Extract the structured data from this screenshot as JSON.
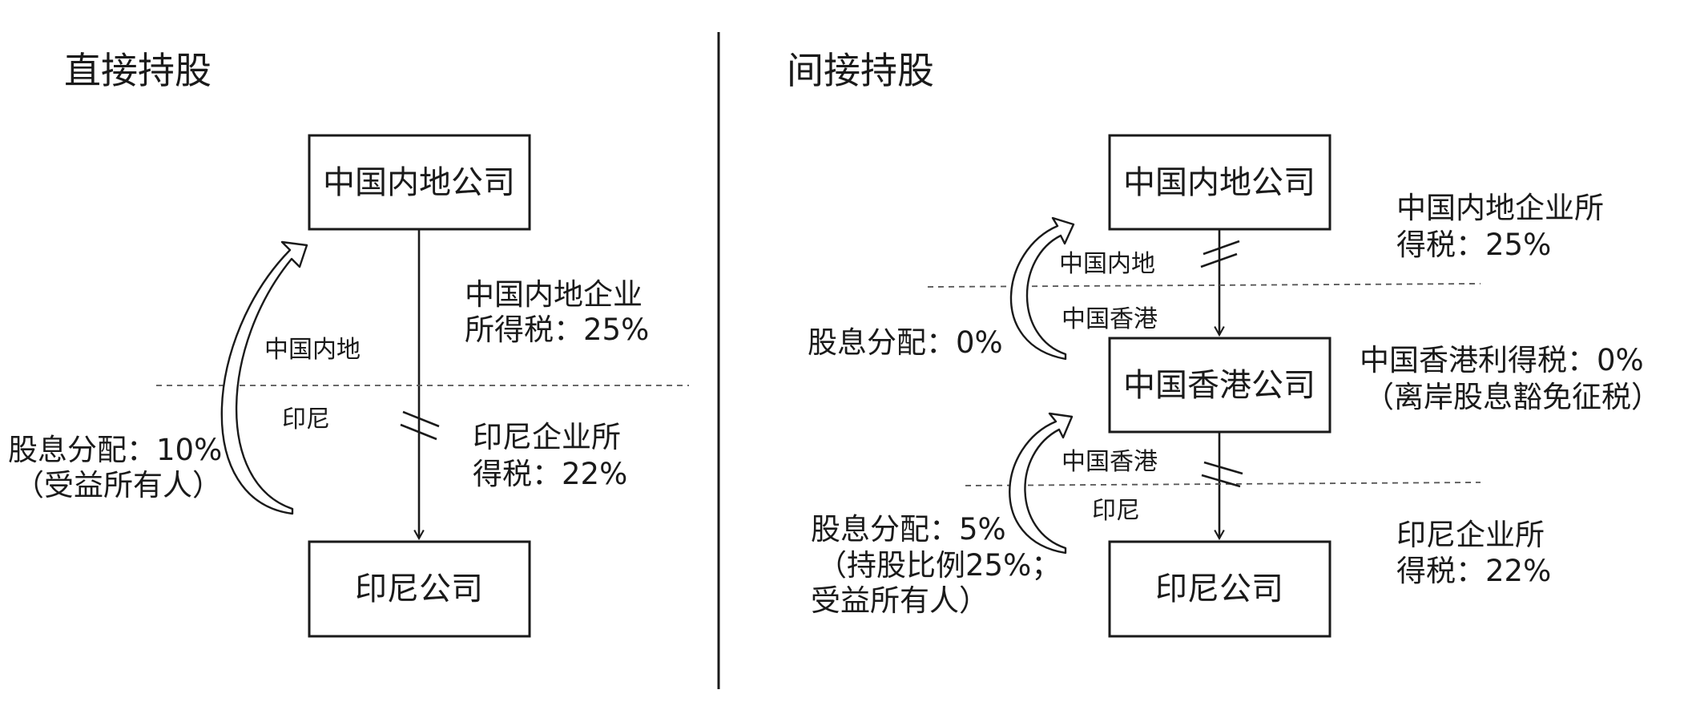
{
  "direct": {
    "title": "直接持股",
    "top_box": "中国内地公司",
    "bottom_box": "印尼公司",
    "tax_top_1": "中国内地企业",
    "tax_top_2": "所得税：25%",
    "tax_bottom_1": "印尼企业所",
    "tax_bottom_2": "得税：22%",
    "zone_upper": "中国内地",
    "zone_lower": "印尼",
    "dividend_1": "股息分配：10%",
    "dividend_2": "（受益所有人）"
  },
  "indirect": {
    "title": "间接持股",
    "top_box": "中国内地公司",
    "middle_box": "中国香港公司",
    "bottom_box": "印尼公司",
    "tax_top_1": "中国内地企业所",
    "tax_top_2": "得税：25%",
    "tax_middle_1": "中国香港利得税：0%",
    "tax_middle_2": "（离岸股息豁免征税）",
    "tax_bottom_1": "印尼企业所",
    "tax_bottom_2": "得税：22%",
    "zone_upper_top": "中国内地",
    "zone_upper_bottom": "中国香港",
    "zone_lower_top": "中国香港",
    "zone_lower_bottom": "印尼",
    "dividend_hk_1": "股息分配：0%",
    "dividend_id_1": "股息分配：5%",
    "dividend_id_2": "（持股比例25%；",
    "dividend_id_3": "受益所有人）"
  }
}
